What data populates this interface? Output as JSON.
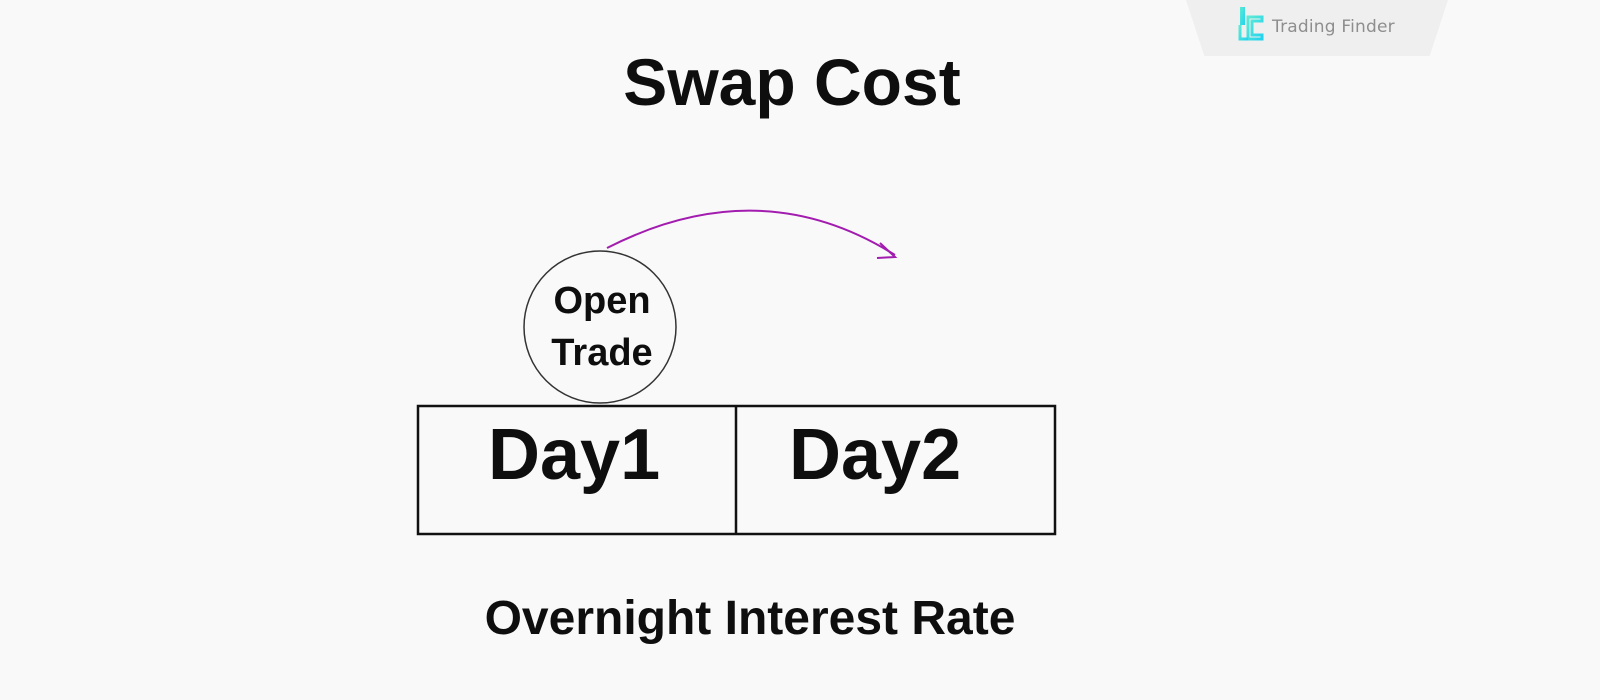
{
  "logo": {
    "text": "Trading Finder",
    "icon": "trading-finder-logo-icon",
    "accent_color": "#22d3ee"
  },
  "title": "Swap Cost",
  "diagram": {
    "circle_label_line1": "Open",
    "circle_label_line2": "Trade",
    "days": [
      "Day1",
      "Day2"
    ],
    "arrow_color": "#a21caf"
  },
  "footer": "Overnight Interest Rate"
}
